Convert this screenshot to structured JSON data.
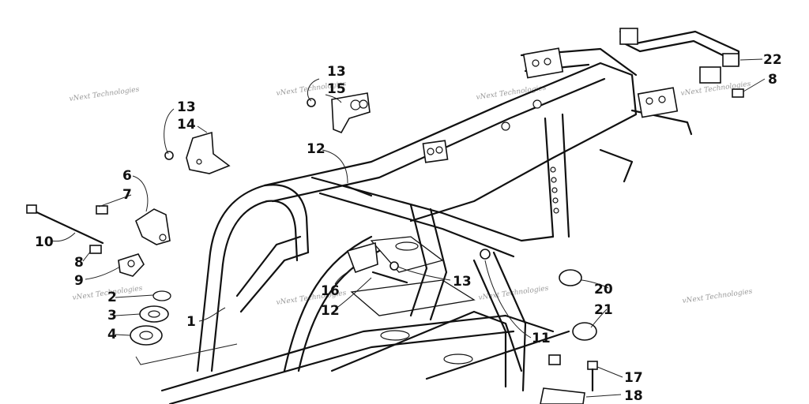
{
  "watermark_text": "vNext Technologies",
  "callouts": [
    {
      "id": "c13a",
      "label": "13"
    },
    {
      "id": "c15",
      "label": "15"
    },
    {
      "id": "c13b",
      "label": "13"
    },
    {
      "id": "c14",
      "label": "14"
    },
    {
      "id": "c12a",
      "label": "12"
    },
    {
      "id": "c6",
      "label": "6"
    },
    {
      "id": "c7",
      "label": "7"
    },
    {
      "id": "c10",
      "label": "10"
    },
    {
      "id": "c8a",
      "label": "8"
    },
    {
      "id": "c9",
      "label": "9"
    },
    {
      "id": "c2",
      "label": "2"
    },
    {
      "id": "c3",
      "label": "3"
    },
    {
      "id": "c4",
      "label": "4"
    },
    {
      "id": "c1",
      "label": "1"
    },
    {
      "id": "c16",
      "label": "16"
    },
    {
      "id": "c12b",
      "label": "12"
    },
    {
      "id": "c13c",
      "label": "13"
    },
    {
      "id": "c22",
      "label": "22"
    },
    {
      "id": "c8b",
      "label": "8"
    },
    {
      "id": "c20",
      "label": "20"
    },
    {
      "id": "c21",
      "label": "21"
    },
    {
      "id": "c11",
      "label": "11"
    },
    {
      "id": "c17",
      "label": "17"
    },
    {
      "id": "c18",
      "label": "18"
    }
  ]
}
